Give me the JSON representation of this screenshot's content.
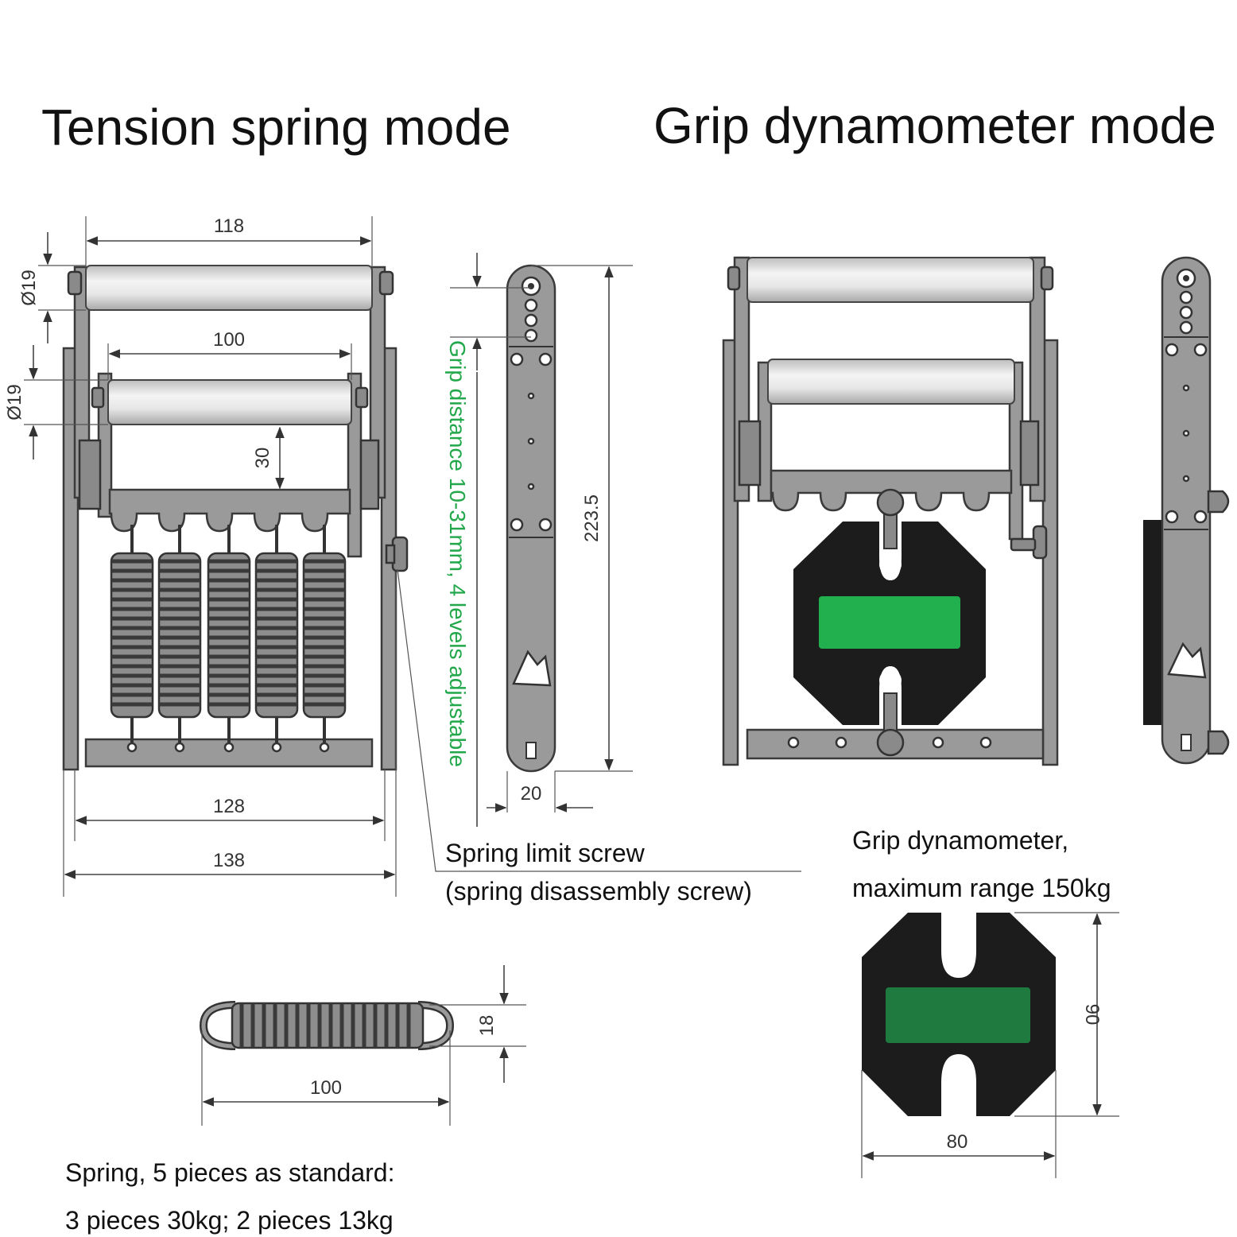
{
  "titles": {
    "left": "Tension spring mode",
    "right": "Grip dynamometer mode"
  },
  "dimensions": {
    "top_roller_width": "118",
    "top_roller_diameter": "Ø19",
    "bottom_roller_width": "100",
    "bottom_roller_diameter": "Ø19",
    "roller_gap": "30",
    "inner_width": "128",
    "outer_width": "138",
    "side_length": "223.5",
    "side_width": "20",
    "spring_length": "100",
    "spring_diameter": "18",
    "dynamometer_height": "90",
    "dynamometer_width": "80"
  },
  "notes": {
    "grip_distance": "Grip distance 10-31mm, 4 levels adjustable",
    "limit_screw_line1": "Spring limit screw",
    "limit_screw_line2": "(spring disassembly screw)",
    "dynamometer_line1": "Grip dynamometer,",
    "dynamometer_line2": "maximum range 150kg",
    "spring_line1": "Spring, 5 pieces as standard:",
    "spring_line2": "3 pieces 30kg; 2 pieces 13kg"
  },
  "colors": {
    "display_green": "#22b04f",
    "body_black": "#1c1c1c",
    "metal_gray": "#9a9a9a",
    "note_green": "#22a84a"
  }
}
